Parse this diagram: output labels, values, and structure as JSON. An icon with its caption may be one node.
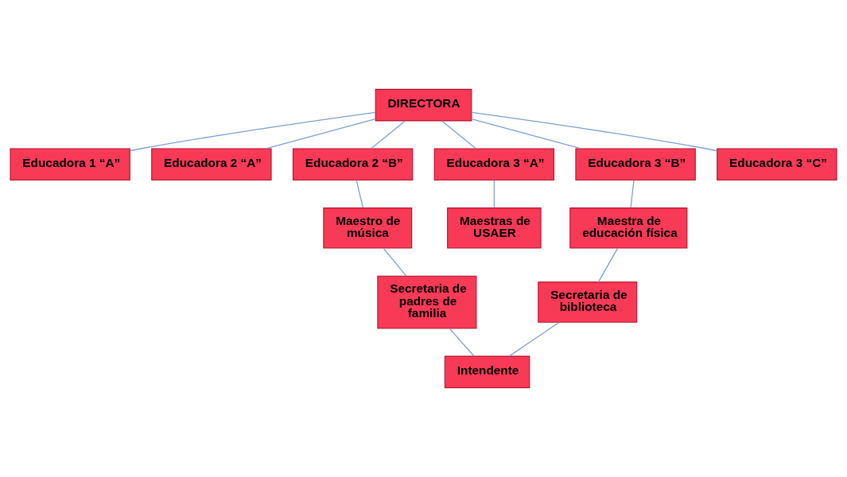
{
  "diagram": {
    "nodes": [
      {
        "text": [
          "DIRECTORA"
        ]
      },
      {
        "text": [
          "Educadora 1 “A”"
        ]
      },
      {
        "text": [
          "Educadora 2 “A”"
        ]
      },
      {
        "text": [
          "Educadora 2 “B”"
        ]
      },
      {
        "text": [
          "Educadora 3 “A”"
        ]
      },
      {
        "text": [
          "Educadora 3 “B”"
        ]
      },
      {
        "text": [
          "Educadora 3 “C”"
        ]
      },
      {
        "text": [
          "Maestro de música"
        ]
      },
      {
        "text": [
          "Maestras de USAER"
        ]
      },
      {
        "text": [
          "Maestra de educación física"
        ]
      },
      {
        "text": [
          "Secretaria de padres de familia"
        ]
      },
      {
        "text": [
          "Secretaria de biblioteca"
        ]
      },
      {
        "text": [
          "Intendente"
        ]
      }
    ],
    "edges": [
      {
        "from": 0,
        "to": 1,
        "arrow": "none"
      },
      {
        "from": 0,
        "to": 2,
        "arrow": "none"
      },
      {
        "from": 0,
        "to": 3,
        "arrow": "none"
      },
      {
        "from": 0,
        "to": 4,
        "arrow": "none"
      },
      {
        "from": 0,
        "to": 5,
        "arrow": "none"
      },
      {
        "from": 0,
        "to": 6,
        "arrow": "none"
      },
      {
        "from": 3,
        "to": 7,
        "arrow": "none"
      },
      {
        "from": 4,
        "to": 8,
        "arrow": "none"
      },
      {
        "from": 5,
        "to": 9,
        "arrow": "none"
      },
      {
        "from": 7,
        "to": 10,
        "arrow": "none"
      },
      {
        "from": 9,
        "to": 11,
        "arrow": "none"
      },
      {
        "from": 10,
        "to": 12,
        "arrow": "none"
      },
      {
        "from": 11,
        "to": 12,
        "arrow": "none"
      }
    ]
  }
}
